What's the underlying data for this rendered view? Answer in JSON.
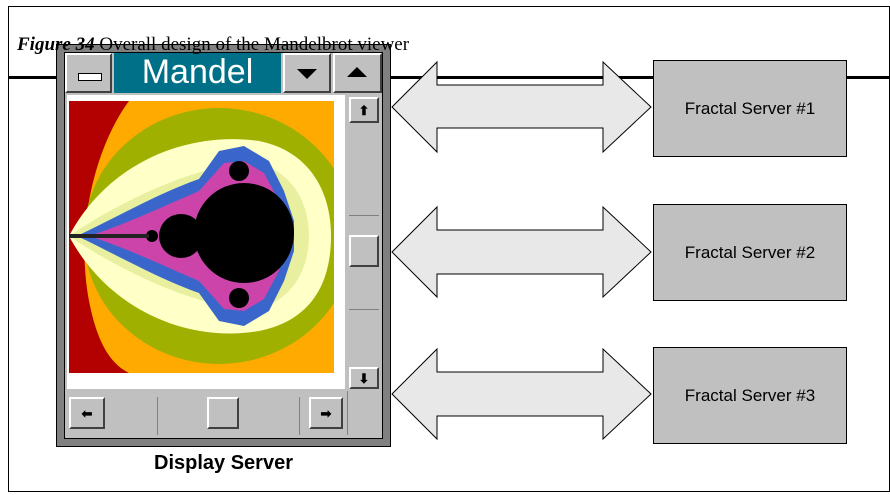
{
  "caption": {
    "figure": "Figure 34",
    "text": " Overall design of the Mandelbrot viewer"
  },
  "window": {
    "title": "Mandel",
    "sysmenu_icon": "system-menu-icon",
    "minimize_icon": "down-triangle-icon",
    "maximize_icon": "up-triangle-icon",
    "scroll_up_glyph": "⬆",
    "scroll_down_glyph": "⬇",
    "scroll_left_glyph": "⬅",
    "scroll_right_glyph": "➡"
  },
  "display_server_label": "Display Server",
  "servers": [
    {
      "label": "Fractal Server #1"
    },
    {
      "label": "Fractal Server #2"
    },
    {
      "label": "Fractal Server #3"
    }
  ],
  "colors": {
    "titlebar": "#007088",
    "window_face": "#c0c0c0",
    "server_fill": "#c0c0c0",
    "arrow_fill": "#e8e8e8",
    "fractal_outer": "#b30000",
    "fractal_orange": "#ffaa00",
    "fractal_olive": "#a0b000",
    "fractal_cream": "#ffffc8",
    "fractal_core": "#000000"
  }
}
